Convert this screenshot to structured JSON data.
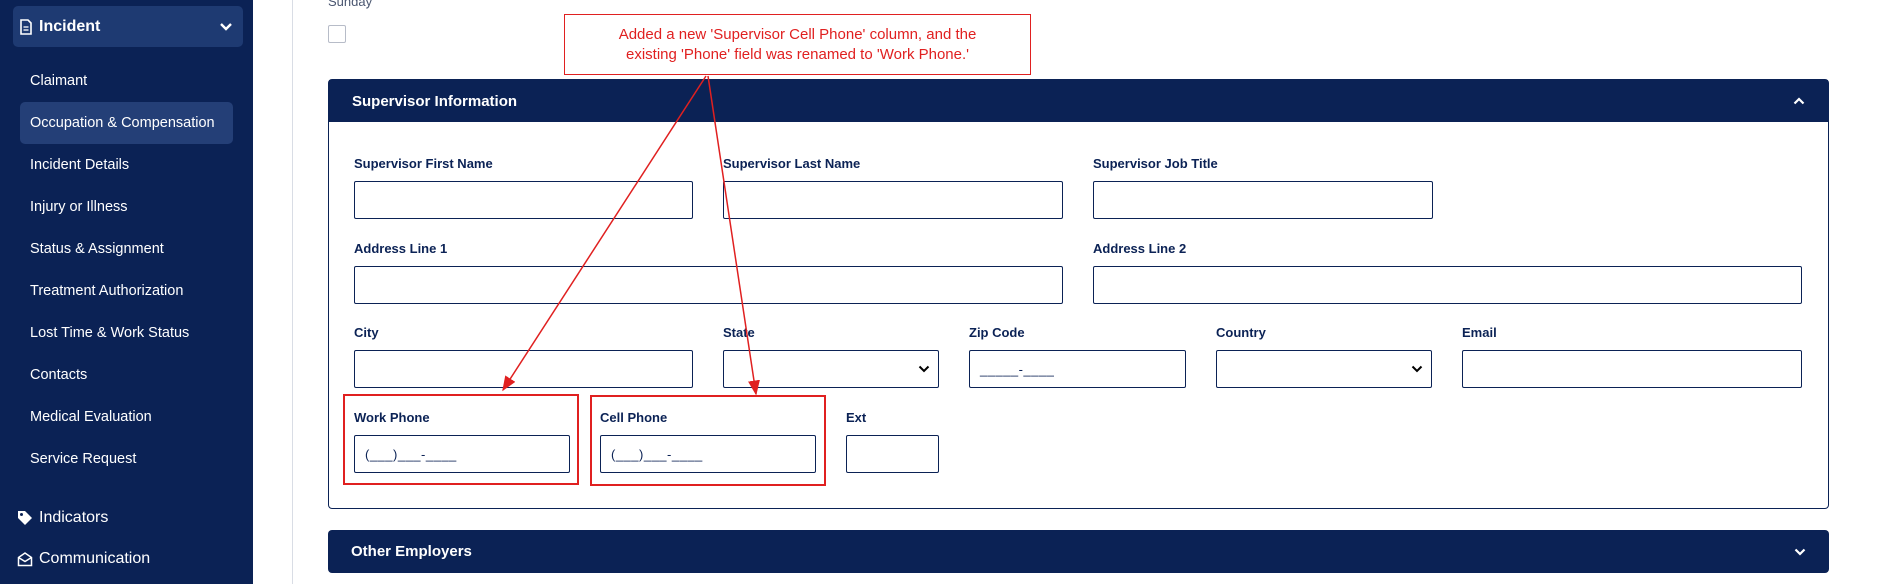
{
  "sidebar": {
    "group": {
      "label": "Incident"
    },
    "items": [
      {
        "label": "Claimant",
        "active": false
      },
      {
        "label": "Occupation & Compensation",
        "active": true
      },
      {
        "label": "Incident Details",
        "active": false
      },
      {
        "label": "Injury or Illness",
        "active": false
      },
      {
        "label": "Status & Assignment",
        "active": false
      },
      {
        "label": "Treatment Authorization",
        "active": false
      },
      {
        "label": "Lost Time & Work Status",
        "active": false
      },
      {
        "label": "Contacts",
        "active": false
      },
      {
        "label": "Medical Evaluation",
        "active": false
      },
      {
        "label": "Service Request",
        "active": false
      }
    ],
    "sections": [
      {
        "label": "Indicators",
        "icon": "tag-icon"
      },
      {
        "label": "Communication",
        "icon": "envelope-open-icon"
      }
    ]
  },
  "main": {
    "sunday_label": "Sunday",
    "supervisor_panel": {
      "title": "Supervisor Information",
      "fields": {
        "first_name": {
          "label": "Supervisor First Name",
          "value": ""
        },
        "last_name": {
          "label": "Supervisor Last Name",
          "value": ""
        },
        "job_title": {
          "label": "Supervisor Job Title",
          "value": ""
        },
        "address1": {
          "label": "Address Line 1",
          "value": ""
        },
        "address2": {
          "label": "Address Line 2",
          "value": ""
        },
        "city": {
          "label": "City",
          "value": ""
        },
        "state": {
          "label": "State",
          "value": ""
        },
        "zip": {
          "label": "Zip Code",
          "placeholder": "_____-____"
        },
        "country": {
          "label": "Country",
          "value": ""
        },
        "email": {
          "label": "Email",
          "value": ""
        },
        "work_phone": {
          "label": "Work Phone",
          "placeholder": "(___)___-____"
        },
        "cell_phone": {
          "label": "Cell Phone",
          "placeholder": "(___)___-____"
        },
        "ext": {
          "label": "Ext",
          "value": ""
        }
      }
    },
    "other_panel": {
      "title": "Other Employers"
    }
  },
  "annotation": {
    "text": "Added a new 'Supervisor Cell Phone' column, and the existing 'Phone' field was renamed to 'Work Phone.'"
  },
  "colors": {
    "navy": "#0b2255",
    "annotation_red": "#e02020",
    "active_item": "#243f77"
  }
}
